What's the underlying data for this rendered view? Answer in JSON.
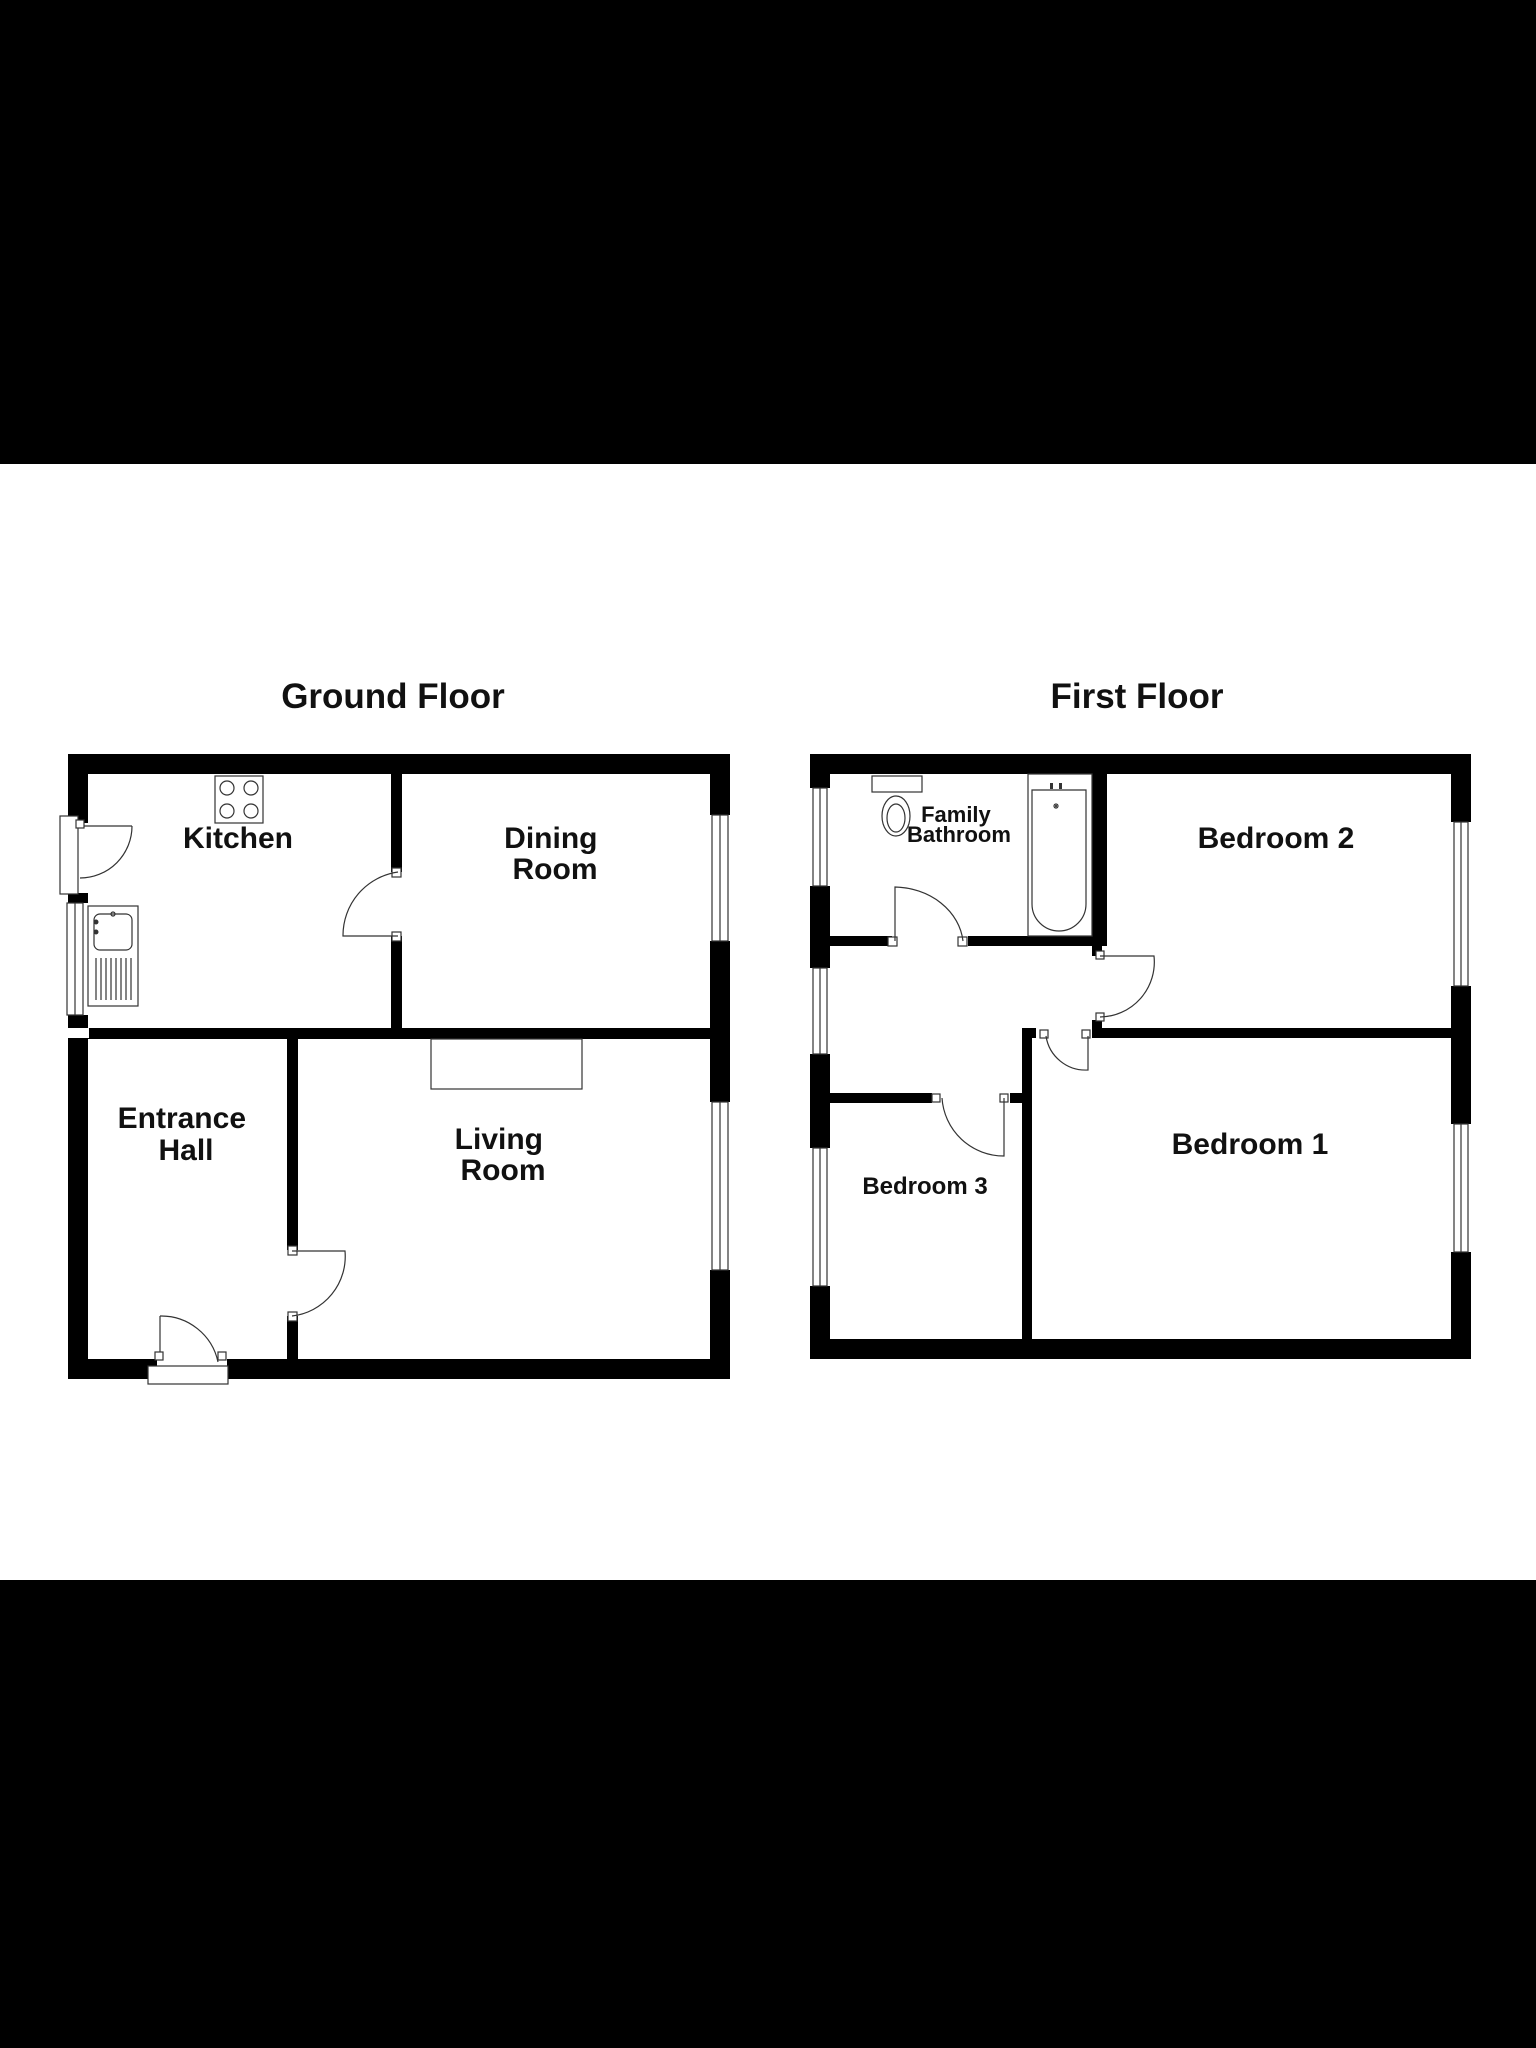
{
  "colors": {
    "background_band": "#000000",
    "paper": "#ffffff",
    "walls": "#000000"
  },
  "floors": [
    {
      "title": "Ground Floor",
      "rooms": [
        {
          "label_lines": [
            "Kitchen"
          ]
        },
        {
          "label_lines": [
            "Dining",
            "Room"
          ]
        },
        {
          "label_lines": [
            "Entrance",
            "Hall"
          ]
        },
        {
          "label_lines": [
            "Living",
            "Room"
          ]
        }
      ]
    },
    {
      "title": "First Floor",
      "rooms": [
        {
          "label_lines": [
            "Family",
            "Bathroom"
          ]
        },
        {
          "label_lines": [
            "Bedroom 2"
          ]
        },
        {
          "label_lines": [
            "Bedroom 1"
          ]
        },
        {
          "label_lines": [
            "Bedroom 3"
          ]
        }
      ]
    }
  ]
}
